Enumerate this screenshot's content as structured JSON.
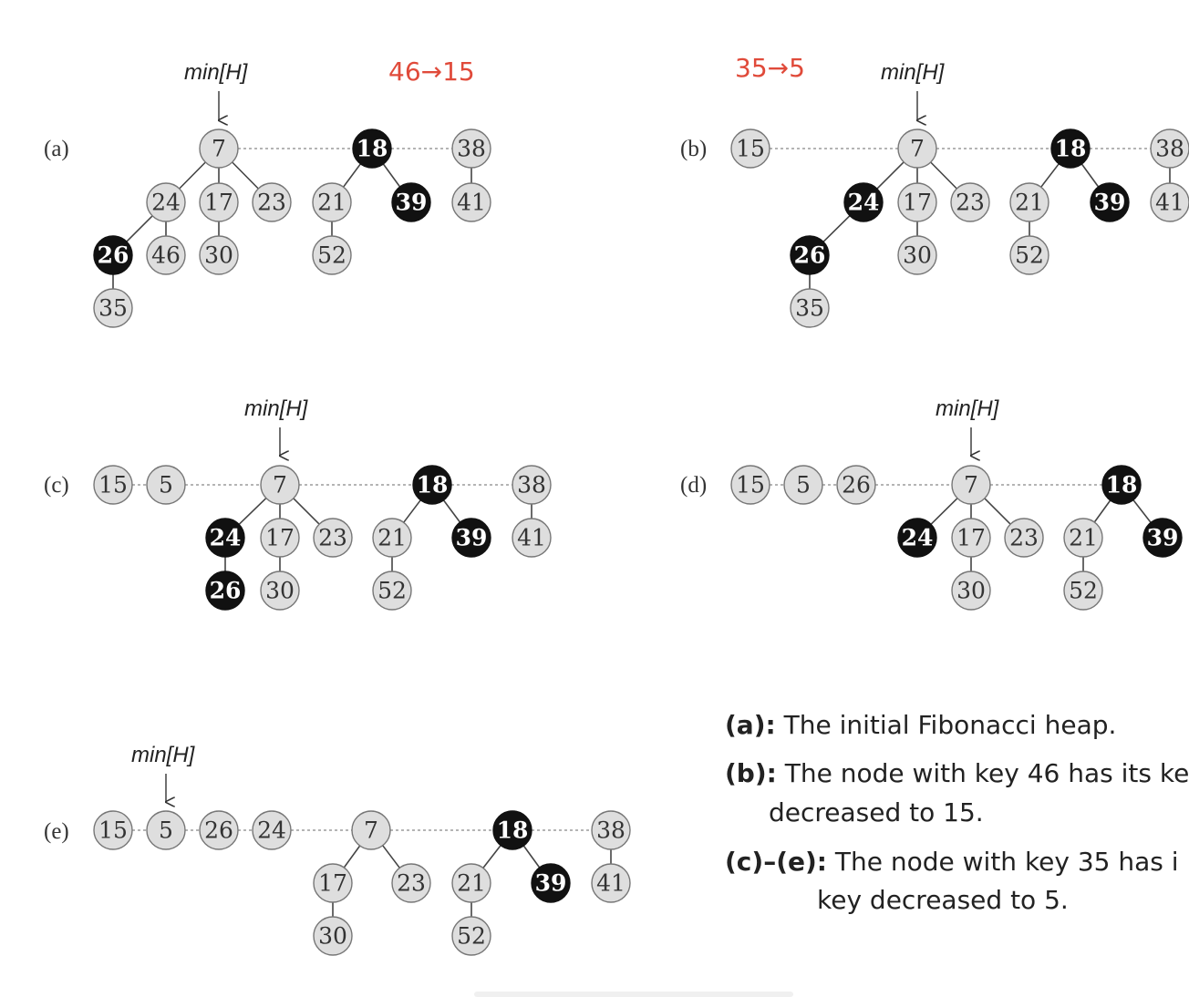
{
  "pointer_label": "min[H]",
  "annotations": {
    "a": "46→15",
    "b": "35→5"
  },
  "panels": [
    {
      "id": "a",
      "label": "(a)",
      "nodes": [
        {
          "key": "7",
          "c": "gray"
        },
        {
          "key": "18",
          "c": "black"
        },
        {
          "key": "38",
          "c": "gray"
        },
        {
          "key": "24",
          "c": "gray"
        },
        {
          "key": "17",
          "c": "gray"
        },
        {
          "key": "23",
          "c": "gray"
        },
        {
          "key": "21",
          "c": "gray"
        },
        {
          "key": "39",
          "c": "black"
        },
        {
          "key": "41",
          "c": "gray"
        },
        {
          "key": "26",
          "c": "black"
        },
        {
          "key": "46",
          "c": "gray"
        },
        {
          "key": "30",
          "c": "gray"
        },
        {
          "key": "52",
          "c": "gray"
        },
        {
          "key": "35",
          "c": "gray"
        }
      ]
    },
    {
      "id": "b",
      "label": "(b)",
      "nodes": [
        {
          "key": "15",
          "c": "gray"
        },
        {
          "key": "7",
          "c": "gray"
        },
        {
          "key": "18",
          "c": "black"
        },
        {
          "key": "38",
          "c": "gray"
        },
        {
          "key": "24",
          "c": "black"
        },
        {
          "key": "17",
          "c": "gray"
        },
        {
          "key": "23",
          "c": "gray"
        },
        {
          "key": "21",
          "c": "gray"
        },
        {
          "key": "39",
          "c": "black"
        },
        {
          "key": "41",
          "c": "gray"
        },
        {
          "key": "26",
          "c": "black"
        },
        {
          "key": "30",
          "c": "gray"
        },
        {
          "key": "52",
          "c": "gray"
        },
        {
          "key": "35",
          "c": "gray"
        }
      ]
    },
    {
      "id": "c",
      "label": "(c)",
      "nodes": [
        {
          "key": "15",
          "c": "gray"
        },
        {
          "key": "5",
          "c": "gray"
        },
        {
          "key": "7",
          "c": "gray"
        },
        {
          "key": "18",
          "c": "black"
        },
        {
          "key": "38",
          "c": "gray"
        },
        {
          "key": "24",
          "c": "black"
        },
        {
          "key": "17",
          "c": "gray"
        },
        {
          "key": "23",
          "c": "gray"
        },
        {
          "key": "21",
          "c": "gray"
        },
        {
          "key": "39",
          "c": "black"
        },
        {
          "key": "41",
          "c": "gray"
        },
        {
          "key": "26",
          "c": "black"
        },
        {
          "key": "30",
          "c": "gray"
        },
        {
          "key": "52",
          "c": "gray"
        }
      ]
    },
    {
      "id": "d",
      "label": "(d)",
      "nodes": [
        {
          "key": "15",
          "c": "gray"
        },
        {
          "key": "5",
          "c": "gray"
        },
        {
          "key": "26",
          "c": "gray"
        },
        {
          "key": "7",
          "c": "gray"
        },
        {
          "key": "18",
          "c": "black"
        },
        {
          "key": "24",
          "c": "black"
        },
        {
          "key": "17",
          "c": "gray"
        },
        {
          "key": "23",
          "c": "gray"
        },
        {
          "key": "21",
          "c": "gray"
        },
        {
          "key": "39",
          "c": "black"
        },
        {
          "key": "30",
          "c": "gray"
        },
        {
          "key": "52",
          "c": "gray"
        }
      ]
    },
    {
      "id": "e",
      "label": "(e)",
      "nodes": [
        {
          "key": "15",
          "c": "gray"
        },
        {
          "key": "5",
          "c": "gray"
        },
        {
          "key": "26",
          "c": "gray"
        },
        {
          "key": "24",
          "c": "gray"
        },
        {
          "key": "7",
          "c": "gray"
        },
        {
          "key": "18",
          "c": "black"
        },
        {
          "key": "38",
          "c": "gray"
        },
        {
          "key": "17",
          "c": "gray"
        },
        {
          "key": "23",
          "c": "gray"
        },
        {
          "key": "21",
          "c": "gray"
        },
        {
          "key": "39",
          "c": "black"
        },
        {
          "key": "41",
          "c": "gray"
        },
        {
          "key": "30",
          "c": "gray"
        },
        {
          "key": "52",
          "c": "gray"
        }
      ]
    }
  ],
  "captions": {
    "a_label": "(a):",
    "a_text": " The initial Fibonacci heap.",
    "b_label": "(b):",
    "b_text": " The node with key 46 has its ke",
    "b_text2": "decreased to 15.",
    "c_label": "(c)–(e):",
    "c_text": " The node with key 35 has i",
    "c_text2": "key decreased to 5."
  }
}
